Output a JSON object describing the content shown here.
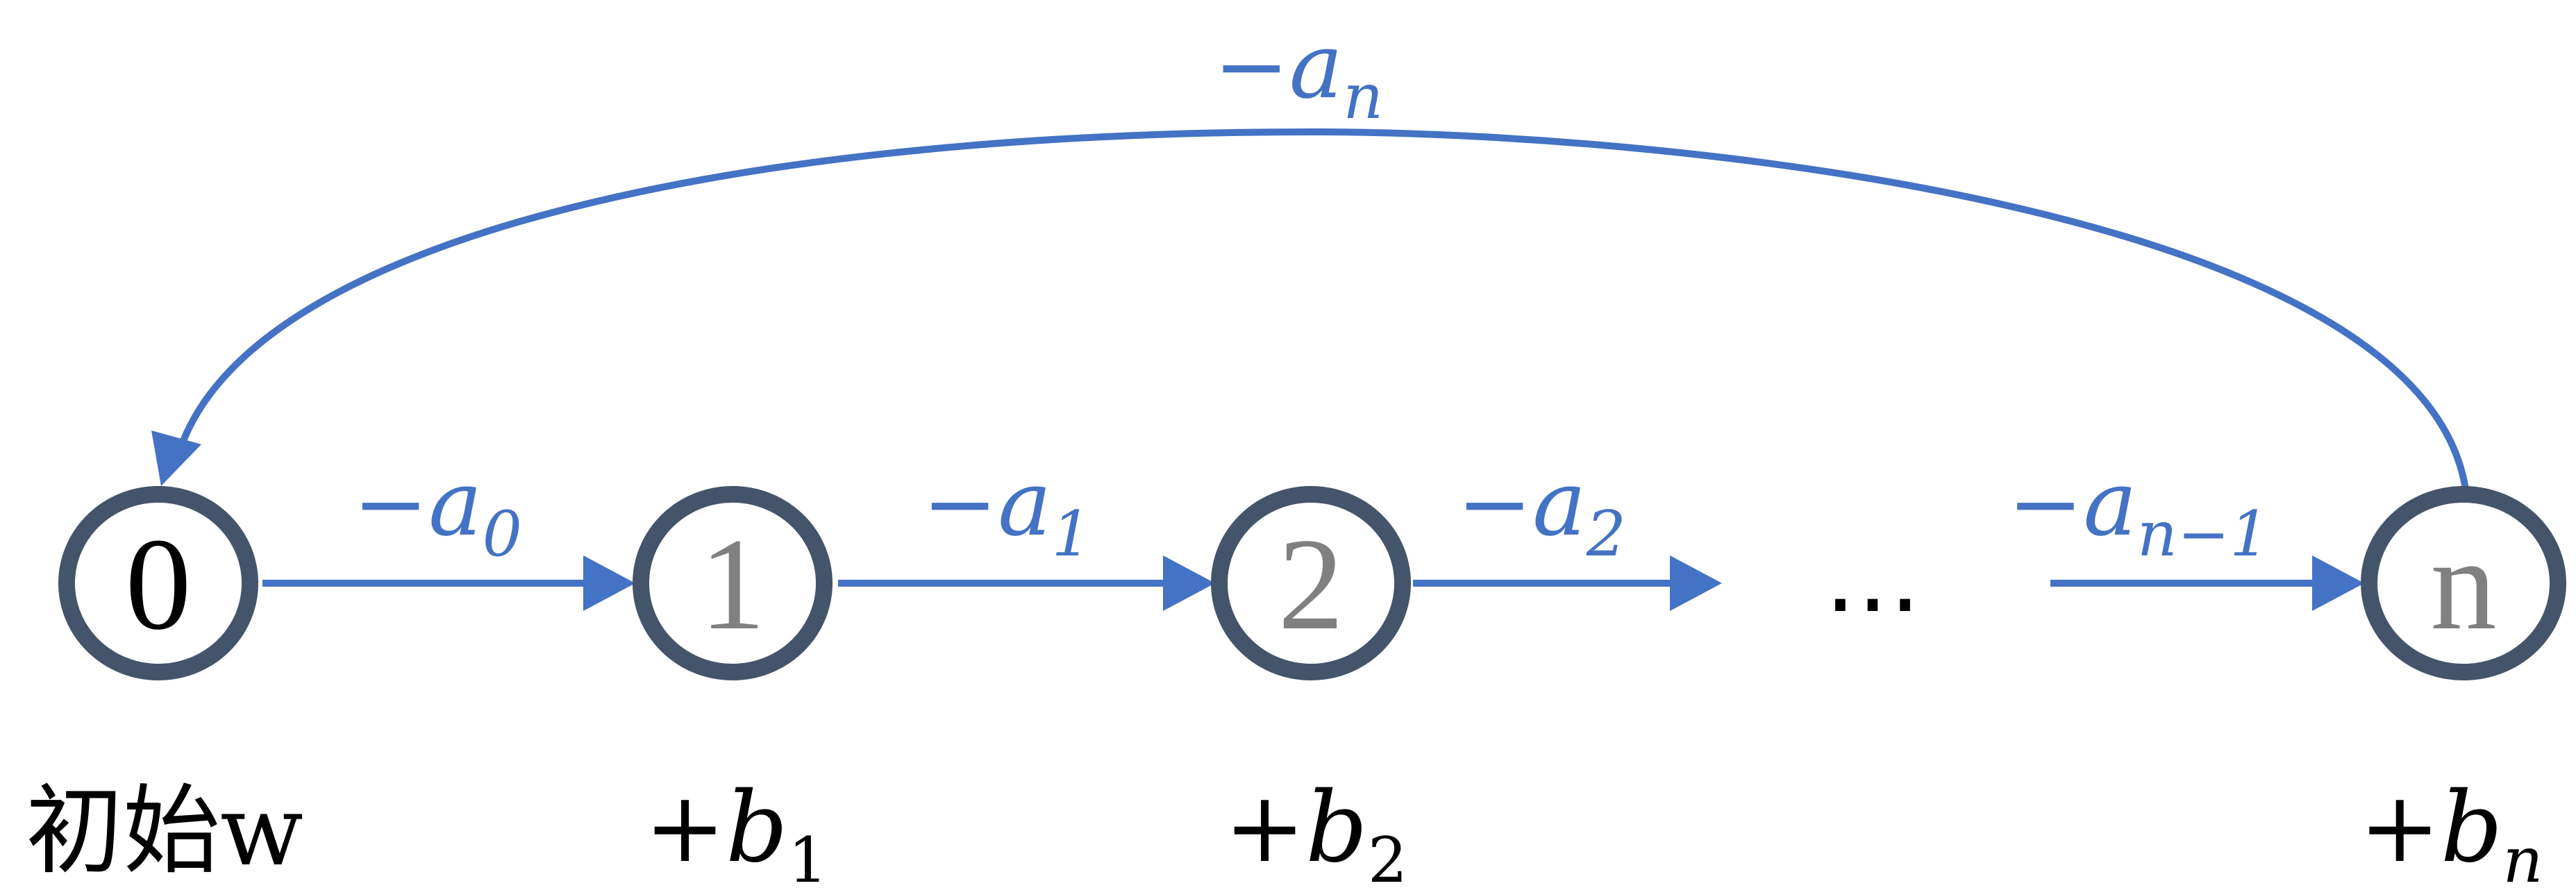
{
  "colors": {
    "edge": "#4472c4",
    "node_stroke": "#44546a",
    "node_text_start": "#000000",
    "node_text_other": "#808080"
  },
  "nodes": [
    {
      "label": "0"
    },
    {
      "label": "1"
    },
    {
      "label": "2"
    },
    {
      "label": "n"
    }
  ],
  "ellipsis": "…",
  "edges": [
    {
      "minus": "−",
      "var": "a",
      "sub": "0"
    },
    {
      "minus": "−",
      "var": "a",
      "sub": "1"
    },
    {
      "minus": "−",
      "var": "a",
      "sub": "2"
    },
    {
      "minus": "−",
      "var": "a",
      "sub": "n−1"
    }
  ],
  "back_edge": {
    "minus": "−",
    "var": "a",
    "sub": "n"
  },
  "bottom_labels": [
    {
      "text": "初始w"
    },
    {
      "plus": "+",
      "var": "b",
      "sub": "1"
    },
    {
      "plus": "+",
      "var": "b",
      "sub": "2"
    },
    {
      "plus": "+",
      "var": "b",
      "sub": "n"
    }
  ]
}
